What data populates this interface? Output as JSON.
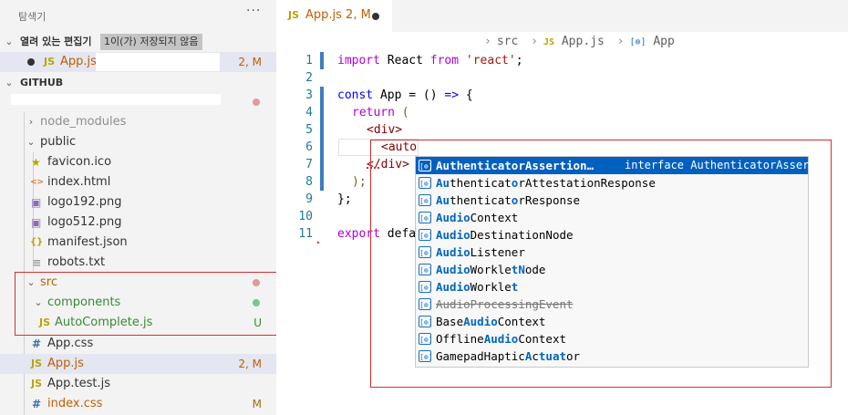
{
  "sidebar": {
    "title": "탐색기",
    "more": "···",
    "open_editors": {
      "label": "열려 있는 편집기",
      "badge": "1이(가) 저장되지 않음",
      "item": {
        "icon": "JS",
        "name": "App.js",
        "status": "2, M"
      }
    },
    "github_label": "GITHUB",
    "tree": [
      {
        "name": "node_modules",
        "icon": "",
        "status": ""
      },
      {
        "name": "public",
        "icon": "",
        "status": ""
      },
      {
        "name": "favicon.ico",
        "icon": "★",
        "status": ""
      },
      {
        "name": "index.html",
        "icon": "<>",
        "status": ""
      },
      {
        "name": "logo192.png",
        "icon": "▣",
        "status": ""
      },
      {
        "name": "logo512.png",
        "icon": "▣",
        "status": ""
      },
      {
        "name": "manifest.json",
        "icon": "{}",
        "status": ""
      },
      {
        "name": "robots.txt",
        "icon": "≡",
        "status": ""
      },
      {
        "name": "src",
        "icon": "",
        "status": ""
      },
      {
        "name": "components",
        "icon": "",
        "status": ""
      },
      {
        "name": "AutoComplete.js",
        "icon": "JS",
        "status": "U"
      },
      {
        "name": "App.css",
        "icon": "#",
        "status": ""
      },
      {
        "name": "App.js",
        "icon": "JS",
        "status": "2, M"
      },
      {
        "name": "App.test.js",
        "icon": "JS",
        "status": ""
      },
      {
        "name": "index.css",
        "icon": "#",
        "status": "M"
      }
    ]
  },
  "tab": {
    "icon": "JS",
    "name": "App.js 2, M"
  },
  "breadcrumb": {
    "folder": "src",
    "file_icon": "JS",
    "file": "App.js",
    "symbol_icon": "[⊚]",
    "symbol": "App"
  },
  "code": {
    "line_numbers": [
      "1",
      "2",
      "3",
      "4",
      "5",
      "6",
      "7",
      "8",
      "9",
      "10",
      "11"
    ],
    "l1_kw": "import",
    "l1_name": " React ",
    "l1_from": "from",
    "l1_str": " 'react'",
    "l1_end": ";",
    "l3_kw": "const",
    "l3_rest": " App = () ",
    "l3_arrow": "=>",
    "l3_end": " {",
    "l4_kw": "return",
    "l4_paren": " (",
    "l5_tag": "<div>",
    "l6_tag": "<auto",
    "l7_tag": "</div>",
    "l8_paren": ");",
    "l9_end": "};",
    "l11_kw": "export",
    "l11_rest": " defa"
  },
  "suggest": {
    "detail": "interface AuthenticatorAsser…",
    "items": [
      {
        "pre": "",
        "hl": "Au",
        "mid": "thenticatorAssertion…",
        "hl2": "",
        "post": ""
      },
      {
        "pre": "",
        "hl": "Au",
        "mid": "thenticat",
        "hl2": "o",
        "post": "rAttestationResponse"
      },
      {
        "pre": "",
        "hl": "Au",
        "mid": "thenticat",
        "hl2": "o",
        "post": "rResponse"
      },
      {
        "pre": "",
        "hl": "Audio",
        "mid": "Context",
        "hl2": "",
        "post": ""
      },
      {
        "pre": "",
        "hl": "Audio",
        "mid": "DestinationNode",
        "hl2": "",
        "post": ""
      },
      {
        "pre": "",
        "hl": "Audio",
        "mid": "Listener",
        "hl2": "",
        "post": ""
      },
      {
        "pre": "",
        "hl": "Audio",
        "mid": "Workle",
        "hl2": "tN",
        "post": "ode"
      },
      {
        "pre": "",
        "hl": "Audio",
        "mid": "Workle",
        "hl2": "t",
        "post": ""
      },
      {
        "pre": "",
        "hl": "AudioProcessingEvent",
        "mid": "",
        "hl2": "",
        "post": ""
      },
      {
        "pre": "Base",
        "hl": "Audio",
        "mid": "Context",
        "hl2": "",
        "post": ""
      },
      {
        "pre": "Offline",
        "hl": "Audio",
        "mid": "Context",
        "hl2": "",
        "post": ""
      },
      {
        "pre": "GamepadHaptic",
        "hl": "A",
        "mid": "c",
        "hl2": "tuat",
        "post": "or"
      }
    ]
  },
  "colors": {
    "accent": "#0060c0",
    "modified": "#c15e00",
    "untracked": "#388a34",
    "highlight_box": "#d32f2f"
  }
}
